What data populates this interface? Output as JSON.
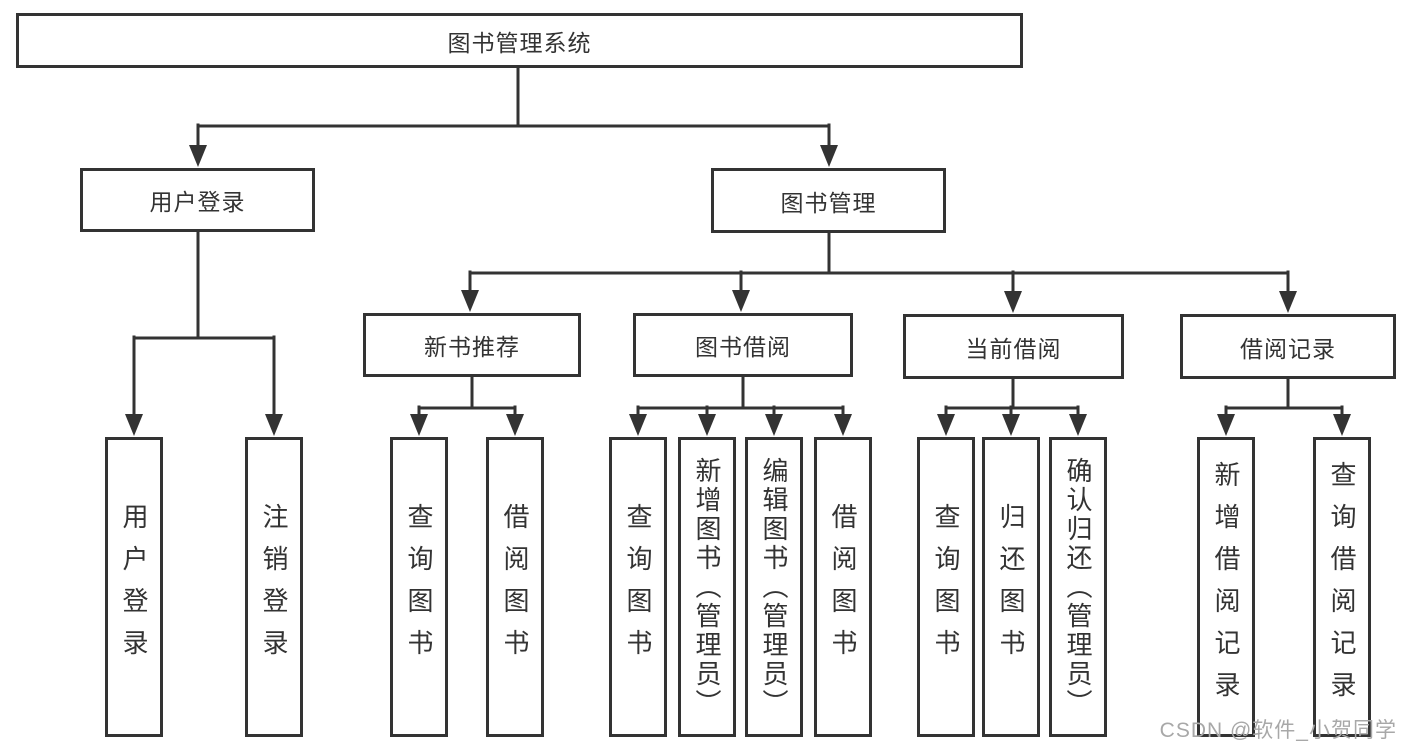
{
  "diagram": {
    "root": {
      "label": "图书管理系统"
    },
    "level2": [
      {
        "label": "用户登录"
      },
      {
        "label": "图书管理"
      }
    ],
    "level3": [
      {
        "label": "新书推荐"
      },
      {
        "label": "图书借阅"
      },
      {
        "label": "当前借阅"
      },
      {
        "label": "借阅记录"
      }
    ],
    "leafGroups": [
      {
        "parent": "用户登录",
        "items": [
          "用户登录",
          "注销登录"
        ]
      },
      {
        "parent": "新书推荐",
        "items": [
          "查询图书",
          "借阅图书"
        ]
      },
      {
        "parent": "图书借阅",
        "items": [
          "查询图书",
          "新增图书（管理员）",
          "编辑图书（管理员）",
          "借阅图书"
        ]
      },
      {
        "parent": "当前借阅",
        "items": [
          "查询图书",
          "归还图书",
          "确认归还（管理员）"
        ]
      },
      {
        "parent": "借阅记录",
        "items": [
          "新增借阅记录",
          "查询借阅记录"
        ]
      }
    ]
  },
  "watermark": {
    "text": "CSDN @软件_小贺同学"
  },
  "colors": {
    "line": "#333333",
    "text": "#333333",
    "box_bg": "#ffffff",
    "watermark": "#a8a8a8"
  }
}
